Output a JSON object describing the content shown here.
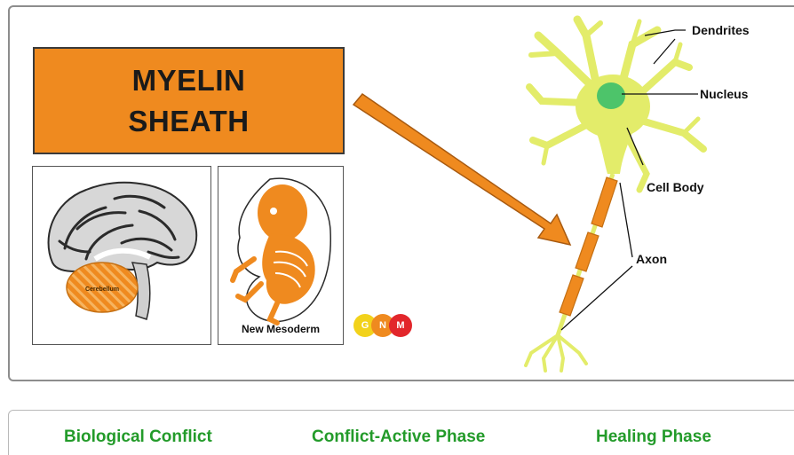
{
  "figure": {
    "title_line_1": "MYELIN",
    "title_line_2": "SHEATH",
    "brain_label": "Cerebellum",
    "embryo_label": "New Mesoderm",
    "logo": {
      "letters": [
        "G",
        "N",
        "M"
      ],
      "colors": [
        "#f2d21b",
        "#ef8a1f",
        "#e2262b"
      ]
    },
    "neuron_labels": {
      "dendrites": "Dendrites",
      "nucleus": "Nucleus",
      "cell_body": "Cell Body",
      "axon": "Axon"
    },
    "colors": {
      "myelin_orange": "#ef8a1f",
      "neuron_yellow": "#e3ec6a",
      "nucleus_green": "#4dc46a"
    }
  },
  "nav": {
    "items": [
      {
        "label": "Biological Conflict"
      },
      {
        "label": "Conflict-Active Phase"
      },
      {
        "label": "Healing Phase"
      }
    ],
    "link_color": "#239b2a"
  }
}
